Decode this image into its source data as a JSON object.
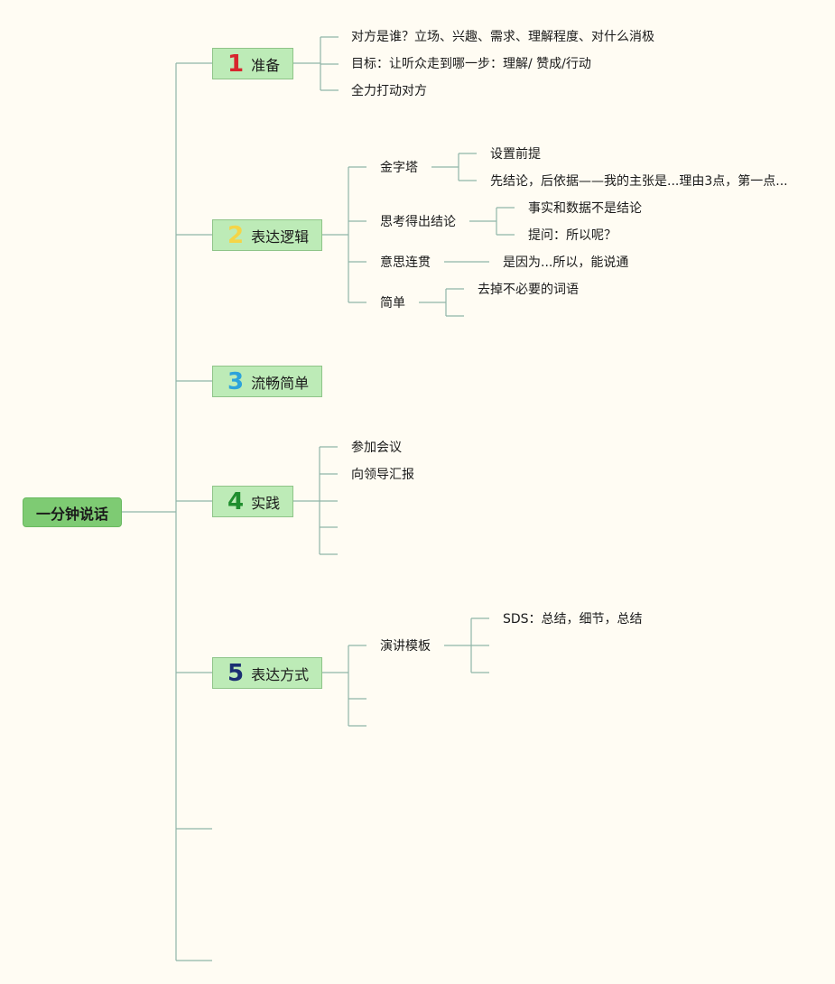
{
  "root": "一分钟说话",
  "topics": [
    {
      "num": "1",
      "color": "#d7262e",
      "label": "准备",
      "items": [
        "对方是谁？立场、兴趣、需求、理解程度、对什么消极",
        "目标：让听众走到哪一步：理解/ 赞成/行动",
        "全力打动对方"
      ]
    },
    {
      "num": "2",
      "color": "#f5d547",
      "label": "表达逻辑",
      "subs": [
        {
          "label": "金字塔",
          "items": [
            "设置前提",
            "先结论，后依据——我的主张是...理由3点，第一点..."
          ]
        },
        {
          "label": "思考得出结论",
          "items": [
            "事实和数据不是结论",
            "提问：所以呢？"
          ]
        },
        {
          "label": "意思连贯",
          "items": [
            "是因为...所以，能说通"
          ]
        },
        {
          "label": "简单",
          "items": [
            "去掉不必要的词语"
          ]
        }
      ]
    },
    {
      "num": "3",
      "color": "#2ea3db",
      "label": "流畅简单"
    },
    {
      "num": "4",
      "color": "#1f8e2e",
      "label": "实践",
      "items": [
        "参加会议",
        "向领导汇报"
      ]
    },
    {
      "num": "5",
      "color": "#1b2f73",
      "label": "表达方式",
      "subs": [
        {
          "label": "演讲模板",
          "items": [
            "SDS：总结，细节，总结"
          ]
        }
      ]
    }
  ]
}
